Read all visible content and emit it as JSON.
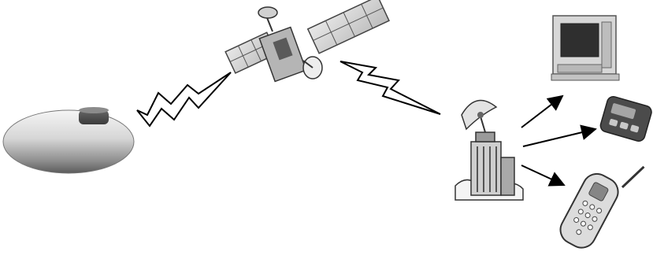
{
  "diagram": {
    "background": "#ffffff",
    "nodes": [
      {
        "id": "tank",
        "icon": "propane-tank-icon"
      },
      {
        "id": "satellite",
        "icon": "satellite-icon"
      },
      {
        "id": "ground-station",
        "icon": "ground-station-building-icon"
      },
      {
        "id": "computer",
        "icon": "desktop-computer-icon"
      },
      {
        "id": "pager",
        "icon": "pager-icon"
      },
      {
        "id": "phone",
        "icon": "mobile-phone-icon"
      }
    ],
    "links": [
      {
        "from": "tank",
        "to": "satellite",
        "style": "lightning"
      },
      {
        "from": "satellite",
        "to": "ground-station",
        "style": "lightning"
      },
      {
        "from": "ground-station",
        "to": "computer",
        "style": "arrow"
      },
      {
        "from": "ground-station",
        "to": "pager",
        "style": "arrow"
      },
      {
        "from": "ground-station",
        "to": "phone",
        "style": "arrow"
      }
    ],
    "colors": {
      "line": "#000000",
      "tank_light": "#f2f2f2",
      "tank_dark": "#6e6e6e",
      "panel": "#d9d9d9",
      "device_dark": "#3b3b3b"
    }
  }
}
